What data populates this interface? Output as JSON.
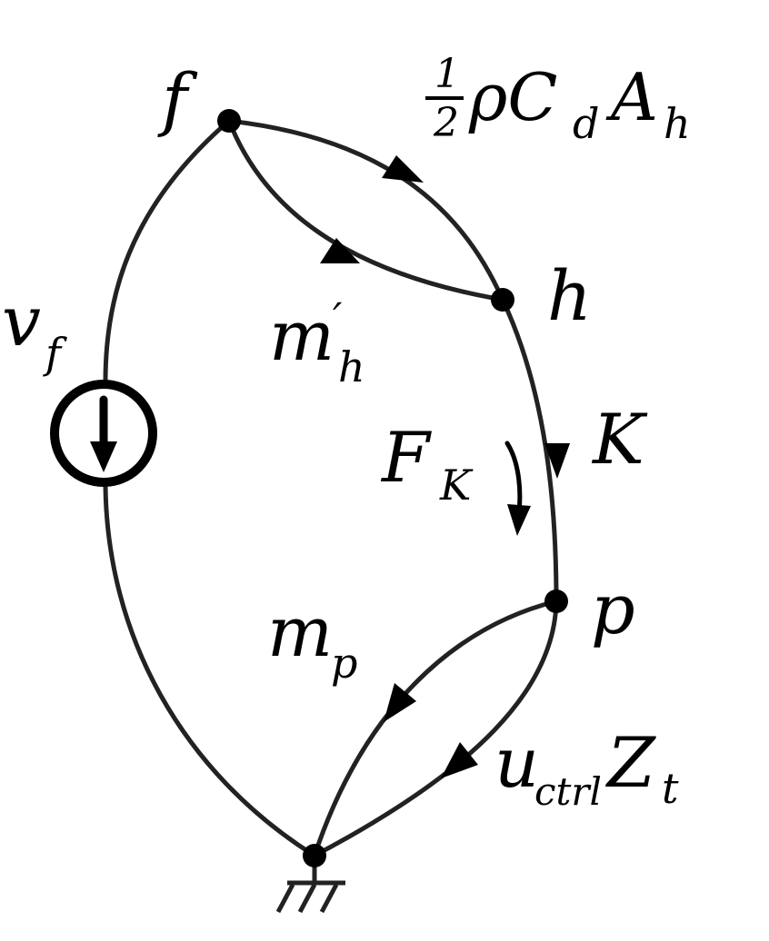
{
  "nodes": {
    "f": "f",
    "h": "h",
    "p": "p"
  },
  "edges": {
    "drag": {
      "frac_num": "1",
      "frac_den": "2",
      "text": "ρC",
      "sub1": "d",
      "text2": "A",
      "sub2": "h"
    },
    "mass_h": {
      "base": "m",
      "prime": "′",
      "sub": "h"
    },
    "spring": {
      "text": "K"
    },
    "spring_force": {
      "base": "F",
      "sub": "K"
    },
    "mass_p": {
      "base": "m",
      "sub": "p"
    },
    "control": {
      "base": "u",
      "sub": "ctrl",
      "text2": "Z",
      "sub2": "t"
    },
    "source": {
      "base": "v",
      "sub": "f"
    }
  },
  "colors": {
    "line": "#222222",
    "node": "#000000"
  },
  "icons": [
    "current-source-icon",
    "ground-icon"
  ]
}
